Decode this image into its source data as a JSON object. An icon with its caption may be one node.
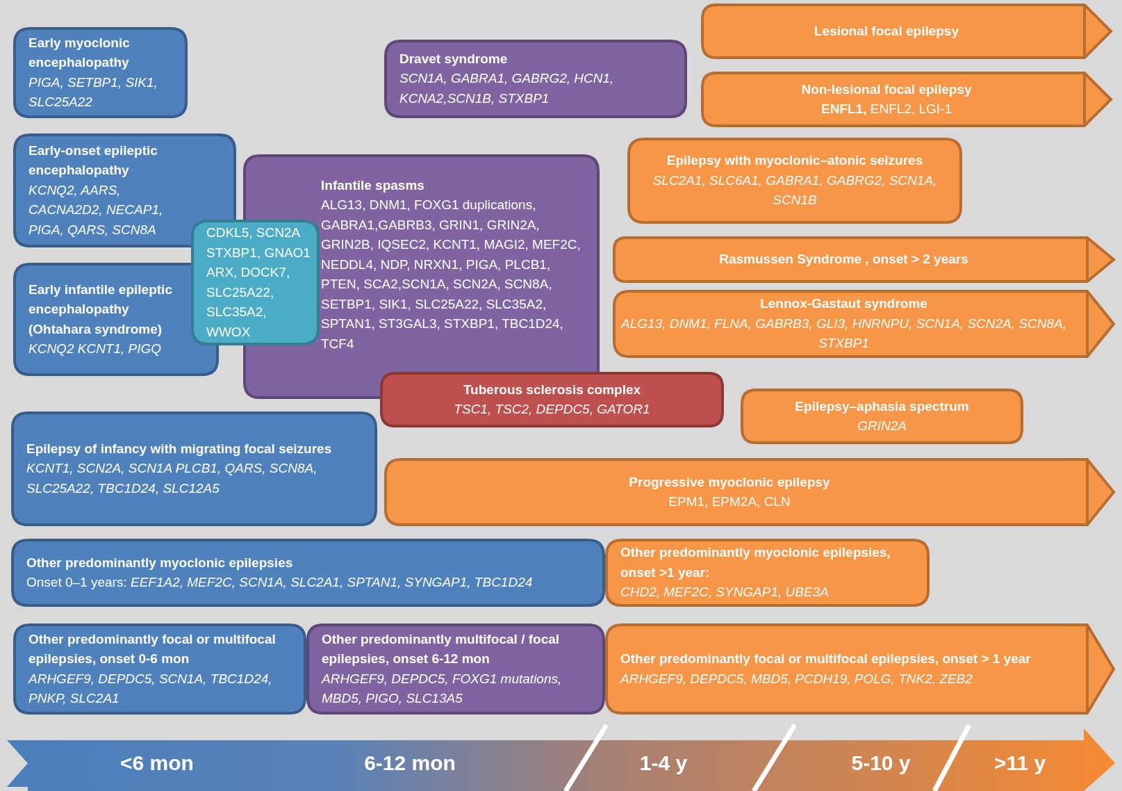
{
  "diagram": {
    "nodes": [
      {
        "text": [
          "Early myoclonic encephalopathy",
          "PIGA, SETBP1, SIK1, SLC25A22"
        ]
      },
      {
        "text": [
          "Early-onset epileptic encephalopathy",
          "KCNQ2, AARS, CACNA2D2, NECAP1, PIGA, QARS, SCN8A"
        ]
      },
      {
        "text": [
          "Early infantile epileptic encephalopathy (Ohtahara syndrome)",
          "KCNQ2 KCNT1, PIGQ"
        ]
      },
      {
        "text": [
          "CDKL5, SCN2A STXBP1, GNAO1 ARX, DOCK7, SLC25A22, SLC35A2, WWOX"
        ]
      },
      {
        "text": [
          "Dravet syndrome",
          "SCN1A, GABRA1, GABRG2, HCN1, KCNA2,SCN1B, STXBP1"
        ]
      },
      {
        "text": [
          "Infantile spasms",
          "ALG13, DNM1, FOXG1 duplications, GABRA1,GABRB3, GRIN1, GRIN2A, GRIN2B, IQSEC2, KCNT1, MAGI2, MEF2C, NEDDL4, NDP, NRXN1, PIGA, PLCB1, PTEN, SCA2,SCN1A, SCN2A, SCN8A, SETBP1, SIK1, SLC25A22, SLC35A2, SPTAN1, ST3GAL3, STXBP1, TBC1D24, TCF4"
        ]
      },
      {
        "text": [
          "Tuberous sclerosis complex",
          "TSC1, TSC2, DEPDC5, GATOR1"
        ]
      },
      {
        "text": [
          "Lesional focal epilepsy"
        ]
      },
      {
        "text": [
          "Non-lesional focal epilepsy",
          "**ENFL1,** ENFL2, LGI-1"
        ]
      },
      {
        "text": [
          "Epilepsy with myoclonic–atonic seizures",
          "SLC2A1, SLC6A1, GABRA1, GABRG2, SCN1A, SCN1B"
        ]
      },
      {
        "text": [
          "Rasmussen Syndrome , onset > 2 years"
        ]
      },
      {
        "text": [
          "Lennox-Gastaut syndrome",
          "ALG13, DNM1, FLNA, GABRB3, GLI3, HNRNPU, SCN1A, SCN2A, SCN8A, STXBP1"
        ]
      },
      {
        "text": [
          "Epilepsy–aphasia spectrum",
          "GRIN2A"
        ]
      },
      {
        "text": [
          "Epilepsy of infancy with migrating focal seizures",
          "KCNT1, SCN2A, SCN1A PLCB1, QARS, SCN8A, SLC25A22, TBC1D24, SLC12A5"
        ]
      },
      {
        "text": [
          "Progressive myoclonic epilepsy",
          "EPM1, EPM2A, CLN"
        ]
      },
      {
        "text": [
          "Other predominantly myoclonic epilepsies",
          "Onset 0–1 years: *EEF1A2, MEF2C, SCN1A, SLC2A1, SPTAN1, SYNGAP1, TBC1D24*"
        ]
      },
      {
        "text": [
          "Other predominantly myoclonic epilepsies, onset >1 year:",
          "CHD2, MEF2C, SYNGAP1, UBE3A"
        ]
      },
      {
        "text": [
          "Other predominantly focal or multifocal epilepsies, onset 0-6 mon",
          "ARHGEF9, DEPDC5, SCN1A, TBC1D24, PNKP, SLC2A1"
        ]
      },
      {
        "text": [
          "Other predominantly multifocal / focal epilepsies, onset 6-12 mon",
          "ARHGEF9, DEPDC5, FOXG1 mutations, MBD5, PIGO, SLC13A5"
        ]
      },
      {
        "text": [
          "Other predominantly focal or multifocal epilepsies, onset > 1 year",
          "ARHGEF9, DEPDC5, MBD5, PCDH19, POLG, TNK2, ZEB2"
        ]
      }
    ],
    "labels": [
      "<6 mon",
      "6-12 mon",
      "1-4 y",
      "5-10 y",
      ">11 y"
    ]
  }
}
